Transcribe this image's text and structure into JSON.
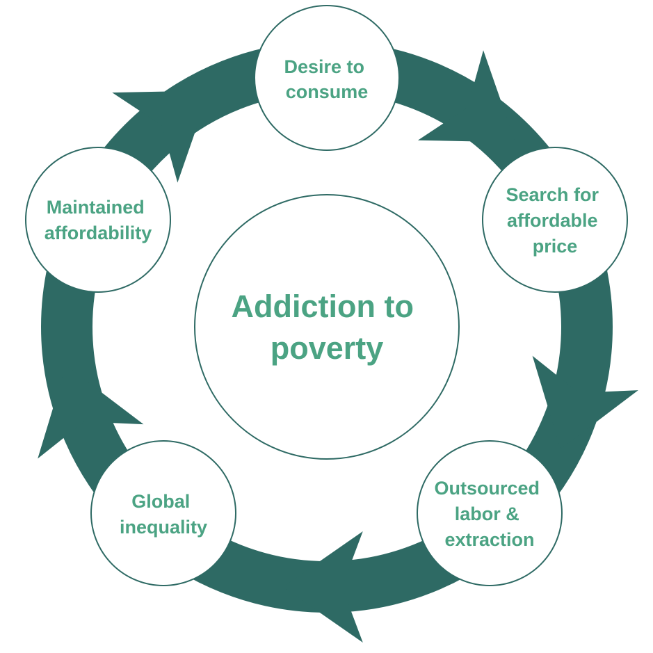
{
  "diagram": {
    "center": {
      "lines": [
        "Addiction to",
        "poverty"
      ]
    },
    "nodes": [
      {
        "id": "desire-to-consume",
        "lines": [
          "Desire to",
          "consume"
        ]
      },
      {
        "id": "search-for-affordable-price",
        "lines": [
          "Search for",
          "affordable",
          "price"
        ]
      },
      {
        "id": "outsourced-labor-extraction",
        "lines": [
          "Outsourced",
          "labor &",
          "extraction"
        ]
      },
      {
        "id": "global-inequality",
        "lines": [
          "Global",
          "inequality"
        ]
      },
      {
        "id": "maintained-affordability",
        "lines": [
          "Maintained",
          "affordability"
        ]
      }
    ],
    "cycle_direction": "clockwise"
  },
  "colors": {
    "ring": "#2e6a64",
    "text": "#4ba383",
    "circle_stroke": "#2e6a64",
    "circle_fill": "#ffffff",
    "background": "#ffffff"
  }
}
